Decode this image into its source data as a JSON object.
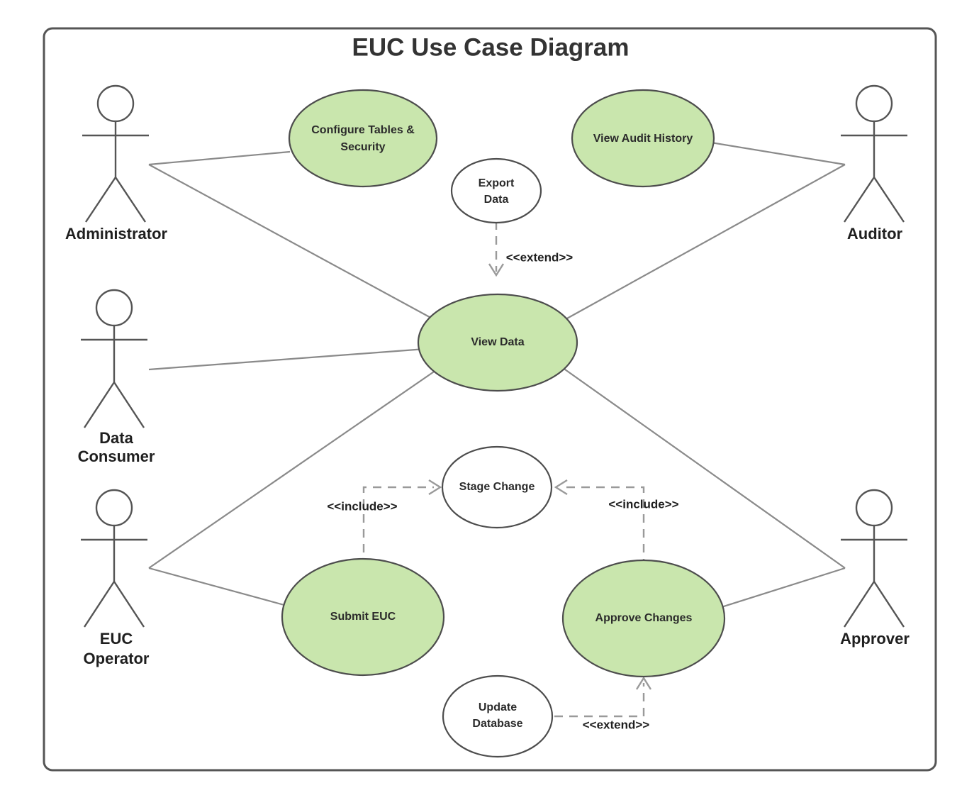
{
  "diagram": {
    "title": "EUC Use Case Diagram",
    "type": "uml-use-case-diagram",
    "colors": {
      "usecase_green_fill": "#c9e6ad",
      "usecase_white_fill": "#ffffff",
      "usecase_border": "#4d4d4d",
      "actor_stroke": "#555555",
      "association_stroke": "#8a8a8a",
      "dependency_stroke": "#9a9a9a",
      "frame_border": "#555555",
      "text": "#2b2b2b",
      "background": "#ffffff"
    }
  },
  "actors": [
    {
      "id": "administrator",
      "label": "Administrator",
      "label_lines": [
        "Administrator"
      ]
    },
    {
      "id": "data-consumer",
      "label": "Data Consumer",
      "label_lines": [
        "Data",
        "Consumer"
      ]
    },
    {
      "id": "euc-operator",
      "label": "EUC Operator",
      "label_lines": [
        "EUC",
        "Operator"
      ]
    },
    {
      "id": "auditor",
      "label": "Auditor",
      "label_lines": [
        "Auditor"
      ]
    },
    {
      "id": "approver",
      "label": "Approver",
      "label_lines": [
        "Approver"
      ]
    }
  ],
  "use_cases": [
    {
      "id": "configure-tables-security",
      "label": "Configure Tables & Security",
      "label_lines": [
        "Configure Tables &",
        "Security"
      ],
      "fill": "green"
    },
    {
      "id": "view-audit-history",
      "label": "View Audit History",
      "label_lines": [
        "View Audit History"
      ],
      "fill": "green"
    },
    {
      "id": "export-data",
      "label": "Export Data",
      "label_lines": [
        "Export",
        "Data"
      ],
      "fill": "white"
    },
    {
      "id": "view-data",
      "label": "View Data",
      "label_lines": [
        "View Data"
      ],
      "fill": "green"
    },
    {
      "id": "stage-change",
      "label": "Stage Change",
      "label_lines": [
        "Stage Change"
      ],
      "fill": "white"
    },
    {
      "id": "submit-euc",
      "label": "Submit EUC",
      "label_lines": [
        "Submit EUC"
      ],
      "fill": "green"
    },
    {
      "id": "approve-changes",
      "label": "Approve Changes",
      "label_lines": [
        "Approve Changes"
      ],
      "fill": "green"
    },
    {
      "id": "update-database",
      "label": "Update Database",
      "label_lines": [
        "Update",
        "Database"
      ],
      "fill": "white"
    }
  ],
  "associations": [
    {
      "from": "administrator",
      "to": "configure-tables-security"
    },
    {
      "from": "administrator",
      "to": "view-data"
    },
    {
      "from": "data-consumer",
      "to": "view-data"
    },
    {
      "from": "auditor",
      "to": "view-audit-history"
    },
    {
      "from": "auditor",
      "to": "view-data"
    },
    {
      "from": "euc-operator",
      "to": "view-data"
    },
    {
      "from": "euc-operator",
      "to": "submit-euc"
    },
    {
      "from": "approver",
      "to": "view-data"
    },
    {
      "from": "approver",
      "to": "approve-changes"
    }
  ],
  "dependencies": [
    {
      "id": "export-extends-view-data",
      "from": "export-data",
      "to": "view-data",
      "stereotype": "<<extend>>"
    },
    {
      "id": "submit-includes-stage-change",
      "from": "submit-euc",
      "to": "stage-change",
      "stereotype": "<<include>>"
    },
    {
      "id": "approve-includes-stage-change",
      "from": "approve-changes",
      "to": "stage-change",
      "stereotype": "<<include>>"
    },
    {
      "id": "update-db-extends-approve",
      "from": "update-database",
      "to": "approve-changes",
      "stereotype": "<<extend>>"
    }
  ],
  "labels": {
    "extend_top": "<<extend>>",
    "include_left": "<<include>>",
    "include_right": "<<include>>",
    "extend_bottom": "<<extend>>"
  }
}
